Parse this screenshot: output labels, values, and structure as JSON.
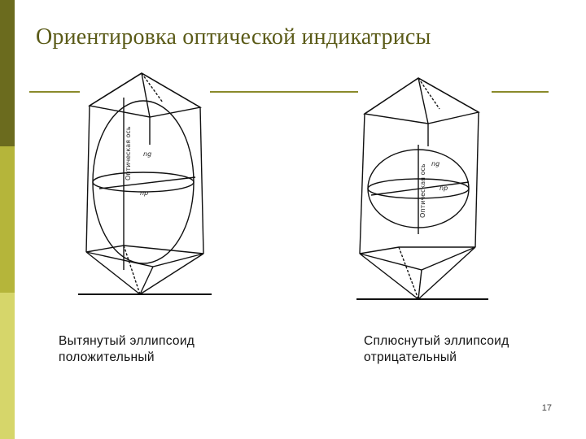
{
  "slide": {
    "title": "Ориентировка оптической индикатрисы",
    "page_number": "17"
  },
  "figures": {
    "left": {
      "caption_line1": "Вытянутый эллипсоид",
      "caption_line2": "положительный",
      "axis_label": "Оптическая ось",
      "ng_label": "ng",
      "np_label": "np"
    },
    "right": {
      "caption_line1": "Сплюснутый эллипсоид",
      "caption_line2": "отрицательный",
      "axis_label": "Оптическая ось",
      "ng_label": "ng",
      "np_label": "np"
    }
  },
  "theme": {
    "accent_dark": "#6b6b1e",
    "accent_mid": "#b5b53a",
    "accent_light": "#d6d66a",
    "title_color": "#5b5b18"
  }
}
